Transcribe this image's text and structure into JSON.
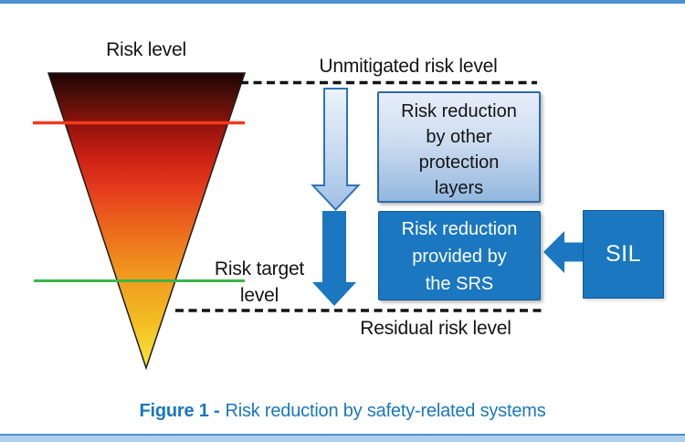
{
  "diagram": {
    "labels": {
      "risk_level": "Risk level",
      "unmitigated": "Unmitigated risk level",
      "risk_target_line1": "Risk target",
      "risk_target_line2": "level",
      "residual": "Residual risk level"
    },
    "boxes": {
      "other_layers": {
        "lines": [
          "Risk reduction",
          "by other",
          "protection",
          "layers"
        ]
      },
      "srs": {
        "lines": [
          "Risk reduction",
          "provided by",
          "the SRS"
        ]
      },
      "sil": {
        "label": "SIL"
      }
    },
    "icons": {
      "light_down_arrow": "down-arrow-outline",
      "solid_down_arrow": "down-arrow-solid",
      "sil_left_arrow": "left-arrow-solid"
    },
    "colors": {
      "accent_blue": "#1a77c0",
      "box_border_blue": "#2d6ca3",
      "frame_light_blue": "#8fbbe3",
      "edge_bar_blue": "#4b90ce",
      "red_line": "#f23a1e",
      "green_line": "#3cb54a",
      "funnel_top": "#1c0303",
      "funnel_mid": "#e8421c",
      "funnel_tip": "#f8e83e",
      "dashed_line": "#141414"
    }
  },
  "caption": {
    "prefix": "Figure 1 -",
    "text": "Risk reduction by safety-related systems"
  }
}
